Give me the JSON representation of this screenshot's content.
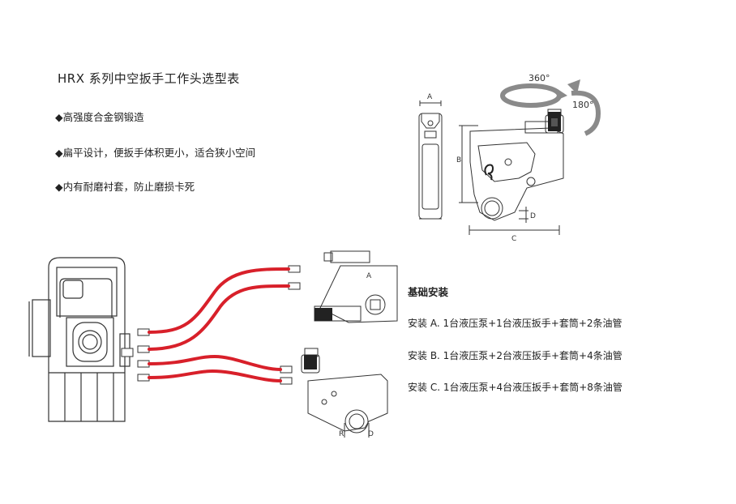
{
  "title": "HRX  系列中空扳手工作头选型表",
  "features": [
    "◆高强度合金钢锻造",
    "◆扁平设计，便扳手体积更小，适合狭小空间",
    "◆内有耐磨衬套，防止磨损卡死"
  ],
  "diagram": {
    "dim_a": "A",
    "dim_b": "B",
    "dim_c": "C",
    "dim_d": "D",
    "rot_360": "360°",
    "rot_180": "180°",
    "dim_r": "R",
    "dim_d2": "D",
    "label_a_small": "A"
  },
  "setup_section": {
    "heading": "基础安装",
    "items": [
      "安装 A. 1台液压泵+1台液压扳手+套筒+2条油管",
      "安装 B. 1台液压泵+2台液压扳手+套筒+4条油管",
      "安装 C. 1台液压泵+4台液压扳手+套筒+8条油管"
    ]
  },
  "colors": {
    "hose": "#d8202a",
    "arrow": "#888888",
    "line": "#333333"
  }
}
